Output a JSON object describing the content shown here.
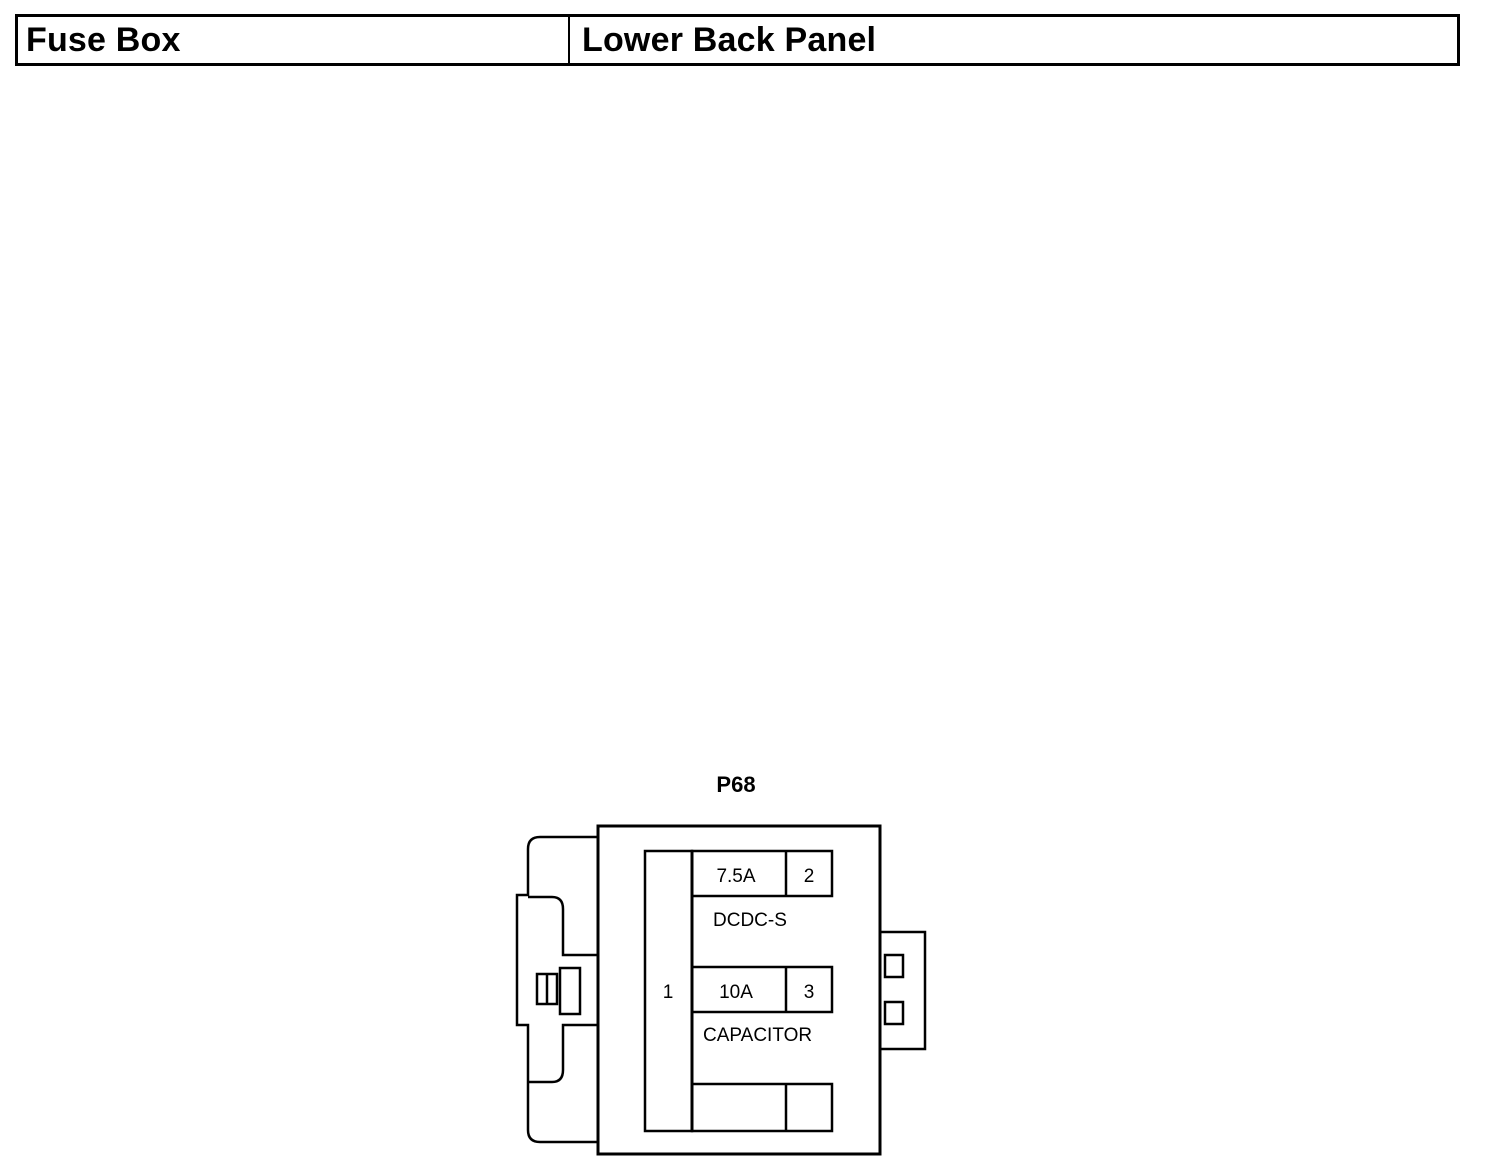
{
  "header": {
    "component": "Fuse Box",
    "location": "Lower Back Panel"
  },
  "connector": {
    "id": "P68",
    "pins": [
      {
        "number": "1"
      },
      {
        "number": "2",
        "rating": "7.5A",
        "circuit": "DCDC-S"
      },
      {
        "number": "3",
        "rating": "10A",
        "circuit": "CAPACITOR"
      }
    ]
  },
  "colors": {
    "line": "#000000",
    "background": "#ffffff"
  }
}
